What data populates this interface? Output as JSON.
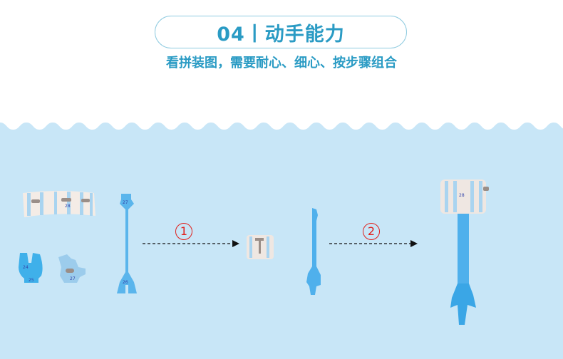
{
  "header": {
    "title": "04丨动手能力",
    "subtitle": "看拼装图，需要耐心、细心、按步骤组合"
  },
  "steps": [
    {
      "label": "1",
      "arrow": "dashed-arrow-right"
    },
    {
      "label": "2",
      "arrow": "dashed-arrow-right"
    }
  ],
  "pieces": {
    "ring_strip_label": "28",
    "clip_labels": [
      "24",
      "25"
    ],
    "hex_label": "27",
    "stick_top": "27",
    "stick_bottom": "26",
    "final_label": "28"
  },
  "colors": {
    "accent": "#2a9bc4",
    "background": "#c8e6f7",
    "step_red": "#e0201c",
    "piece_blue": "#4fb0ec"
  }
}
